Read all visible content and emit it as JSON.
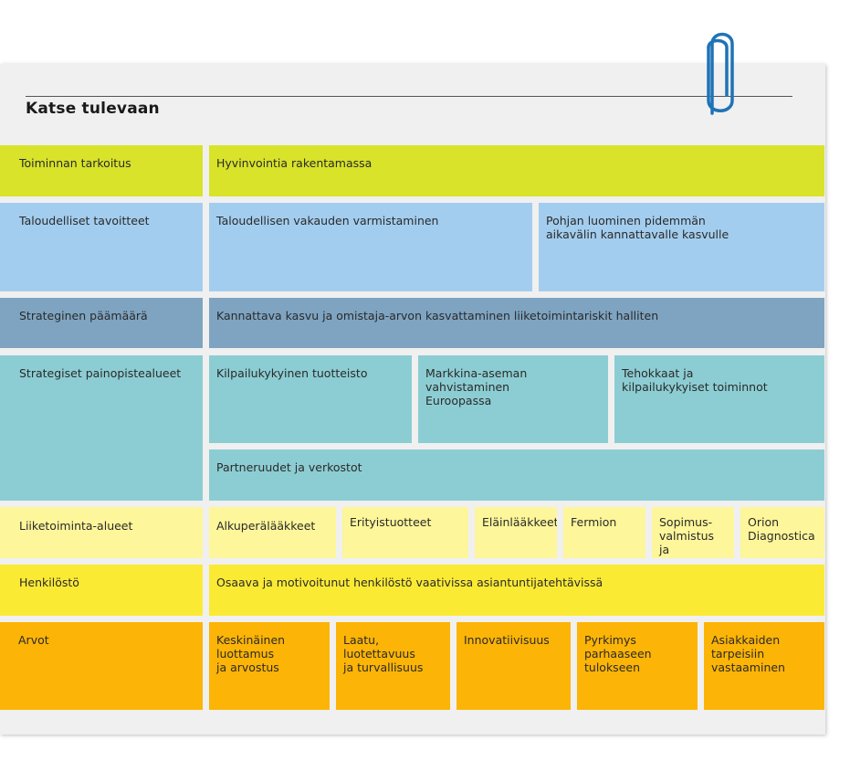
{
  "title": "Katse tulevaan",
  "colors": {
    "tarkoitus": "#d8e329",
    "tavoitteet": "#a3cdee",
    "paamaara": "#7ea4c1",
    "painopistealueet": "#8ccdd3",
    "liiketoiminta": "#fdf69a",
    "henkilosto": "#fbea34",
    "arvot": "#fcb406",
    "card": "#f0f0f0",
    "clip": "#1f73b7"
  },
  "icons": {
    "clip": "paperclip-icon"
  },
  "rows": {
    "tarkoitus": {
      "label": "Toiminnan tarkoitus",
      "items": [
        "Hyvinvointia rakentamassa"
      ]
    },
    "tavoitteet": {
      "label": "Taloudelliset tavoitteet",
      "items": [
        "Taloudellisen vakauden varmistaminen",
        "Pohjan luominen pidemmän\naikavälin kannattavalle kasvulle"
      ]
    },
    "paamaara": {
      "label": "Strateginen päämäärä",
      "items": [
        "Kannattava kasvu ja omistaja-arvon kasvattaminen liiketoimintariskit halliten"
      ]
    },
    "painopistealueet": {
      "label": "Strategiset painopistealueet",
      "items": [
        "Kilpailukykyinen tuotteisto",
        "Markkina-aseman vahvistaminen\nEuroopassa",
        "Tehokkaat ja\nkilpailukykyiset toiminnot",
        "Partneruudet ja verkostot"
      ]
    },
    "liiketoiminta": {
      "label": "Liiketoiminta-alueet",
      "items": [
        "Alkuperälääkkeet",
        "Erityistuotteet",
        "Eläinlääkkeet",
        "Fermion",
        "Sopimus-\nvalmistus ja\nmuut",
        "Orion\nDiagnostica"
      ]
    },
    "henkilosto": {
      "label": "Henkilöstö",
      "items": [
        "Osaava ja motivoitunut henkilöstö vaativissa asiantuntijatehtävissä"
      ]
    },
    "arvot": {
      "label": "Arvot",
      "items": [
        "Keskinäinen\nluottamus\nja arvostus",
        "Laatu, luotettavuus\nja turvallisuus",
        "Innovatiivisuus",
        "Pyrkimys parhaaseen\ntulokseen",
        "Asiakkaiden\ntarpeisiin\nvastaaminen"
      ]
    }
  }
}
